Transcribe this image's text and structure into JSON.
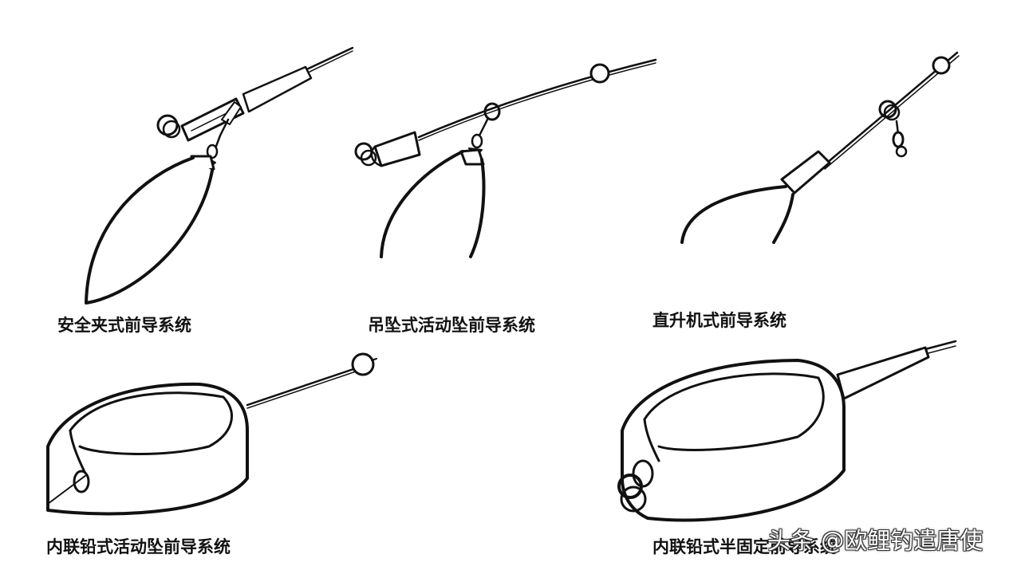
{
  "captions": {
    "safety_clip": "安全夹式前导系统",
    "hanging_running": "吊坠式活动坠前导系统",
    "helicopter": "直升机式前导系统",
    "inline_running": "内联铅式活动坠前导系统",
    "inline_semi_fixed": "内联铅式半固定前导系统"
  },
  "watermark": "头条 @欧鲤钓遣唐使",
  "colors": {
    "line": "#111111",
    "background": "#ffffff"
  }
}
